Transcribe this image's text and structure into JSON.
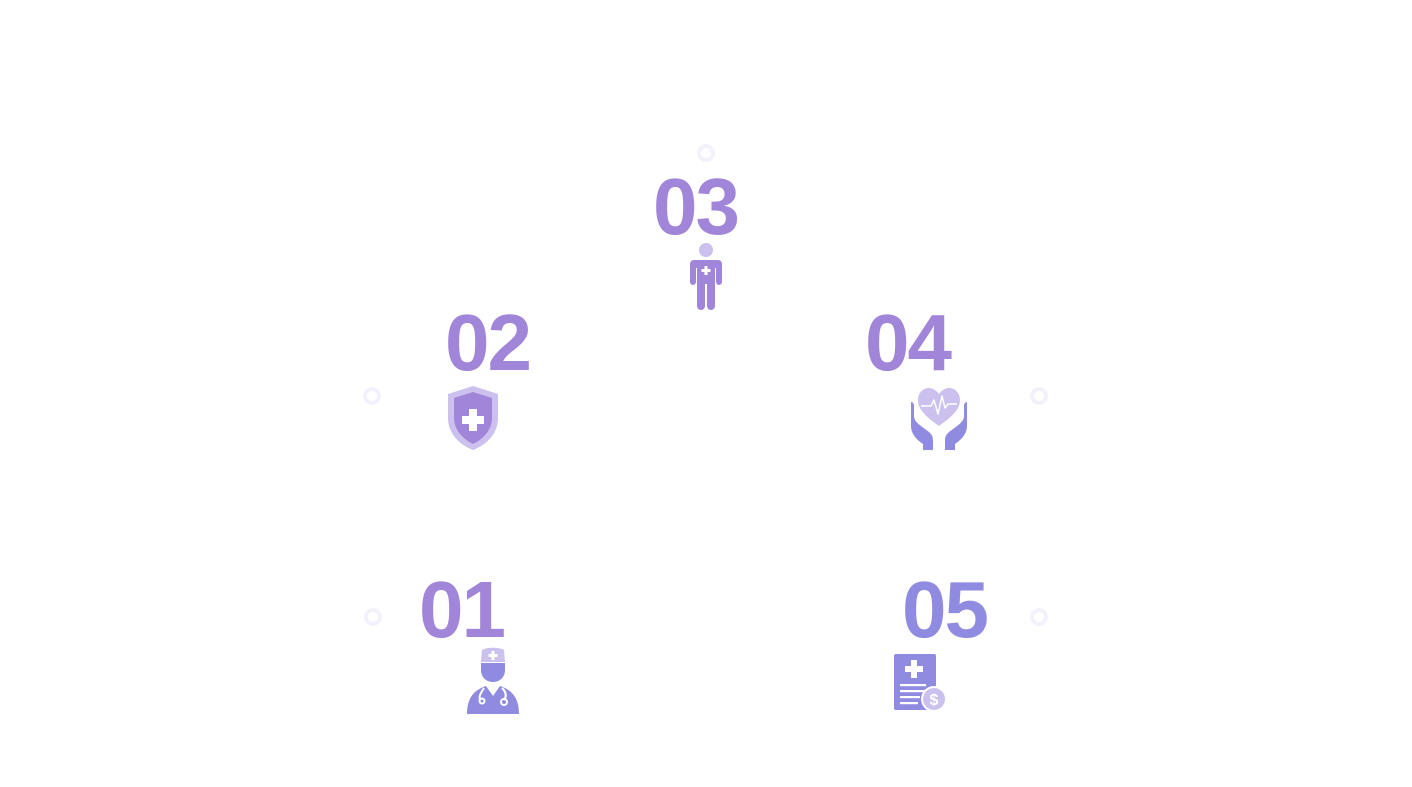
{
  "colors": {
    "primary": "#a185d8",
    "secondary": "#8f8be0",
    "light": "#cbc0ee",
    "ring": "#f3f1fb"
  },
  "steps": [
    {
      "number": "01",
      "icon": "doctor-icon"
    },
    {
      "number": "02",
      "icon": "medical-shield-icon"
    },
    {
      "number": "03",
      "icon": "patient-icon"
    },
    {
      "number": "04",
      "icon": "heart-care-hands-icon"
    },
    {
      "number": "05",
      "icon": "medical-bill-icon"
    }
  ]
}
